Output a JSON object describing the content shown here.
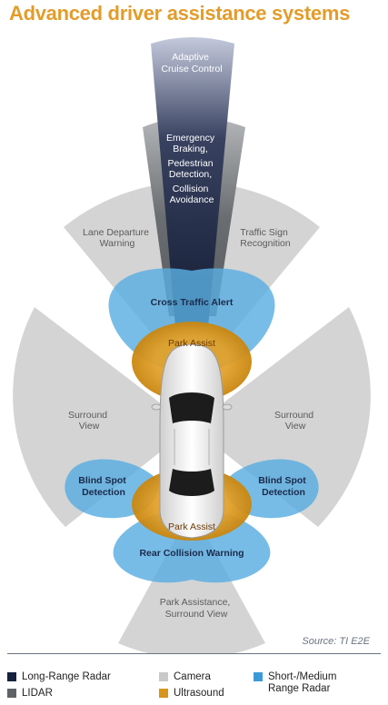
{
  "title": "Advanced driver assistance systems",
  "labels": {
    "adaptive_cruise": [
      "Adaptive",
      "Cruise Control"
    ],
    "emergency": [
      "Emergency",
      "Braking,",
      "Pedestrian",
      "Detection,",
      "Collision",
      "Avoidance"
    ],
    "lane_departure": [
      "Lane Departure",
      "Warning"
    ],
    "traffic_sign": [
      "Traffic Sign",
      "Recognition"
    ],
    "cross_traffic": "Cross Traffic Alert",
    "park_assist_front": "Park Assist",
    "surround_left": [
      "Surround",
      "View"
    ],
    "surround_right": [
      "Surround",
      "View"
    ],
    "blind_spot_left": [
      "Blind Spot",
      "Detection"
    ],
    "blind_spot_right": [
      "Blind Spot",
      "Detection"
    ],
    "park_assist_rear": "Park Assist",
    "rear_collision": "Rear Collision Warning",
    "park_surround": [
      "Park Assistance,",
      "Surround View"
    ]
  },
  "source": "Source: TI E2E",
  "legend": [
    {
      "label": "Long-Range Radar",
      "color": "#16213d"
    },
    {
      "label": "LIDAR",
      "color": "#5f6266"
    },
    {
      "label": "Camera",
      "color": "#c9c9c9"
    },
    {
      "label": "Ultrasound",
      "color": "#d7951a"
    },
    {
      "label": "Short-/Medium Range Radar",
      "color": "#3d9ad8"
    }
  ],
  "colors": {
    "title": "#e39c2a",
    "long_range_radar": "#16213d",
    "lidar": "#5f6266",
    "camera": "#c9c9c9",
    "ultrasound": "#d7951a",
    "short_medium_radar": "#3d9ad8"
  }
}
